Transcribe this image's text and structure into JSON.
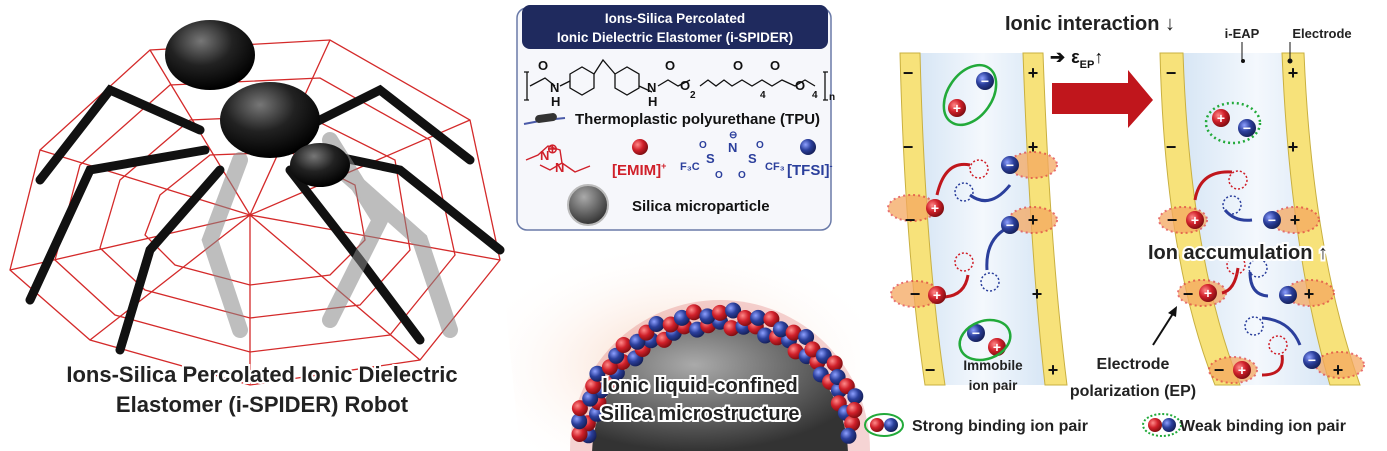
{
  "left_panel": {
    "caption_line1": "Ions-Silica Percolated Ionic Dielectric",
    "caption_line2": "Elastomer (i-SPIDER) Robot"
  },
  "legend_box": {
    "title_line1": "Ions-Silica Percolated",
    "title_line2": "Ionic Dielectric Elastomer (i-SPIDER)",
    "tpu_label": "Thermoplastic polyurethane (TPU)",
    "emim_label": "[EMIM]",
    "emim_charge": "+",
    "tfsi_label": "[TFSI]",
    "tfsi_charge": "-",
    "silica_label": "Silica microparticle",
    "chem": {
      "O": "O",
      "N": "N",
      "H": "H",
      "sub2": "2",
      "sub4": "4",
      "subn": "n",
      "F3C": "F₃C",
      "CF3": "CF₃",
      "S": "S",
      "minus": "⊖",
      "plus": "⊕"
    }
  },
  "middle_panel": {
    "caption_line1": "Ionic liquid-confined",
    "caption_line2": "Silica microstructure"
  },
  "right_panel": {
    "title": "Ionic interaction ↓",
    "subtitle_arrow": "➔",
    "subtitle_eps": "ε",
    "subtitle_sub": "EP",
    "subtitle_up": "↑",
    "label_ieap": "i-EAP",
    "label_electrode": "Electrode",
    "ion_accumulation": "Ion accumulation ↑",
    "immobile_line1": "Immobile",
    "immobile_line2": "ion pair",
    "ep_line1": "Electrode",
    "ep_line2": "polarization (EP)",
    "plus": "+",
    "minus": "−",
    "legend_strong": "Strong binding ion pair",
    "legend_weak": "Weak binding ion pair"
  },
  "colors": {
    "navy": "#1f2a5e",
    "cation": "#d0202a",
    "anion": "#2b3f9c",
    "electrode": "#f7e27a",
    "arrow": "#c0161c",
    "strong": "#22aa3a",
    "web": "#d42a2a"
  }
}
